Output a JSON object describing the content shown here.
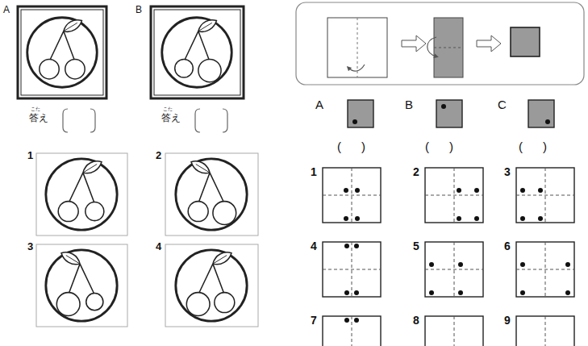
{
  "diagram": {
    "labels": [
      "A",
      "B",
      "こた",
      "答え",
      "こた",
      "答え",
      "1",
      "2",
      "3",
      "4",
      "A",
      "B",
      "C",
      "(      )",
      "(      )",
      "(      )",
      "1",
      "2",
      "3",
      "4",
      "5",
      "6",
      "7",
      "8",
      "9"
    ]
  }
}
